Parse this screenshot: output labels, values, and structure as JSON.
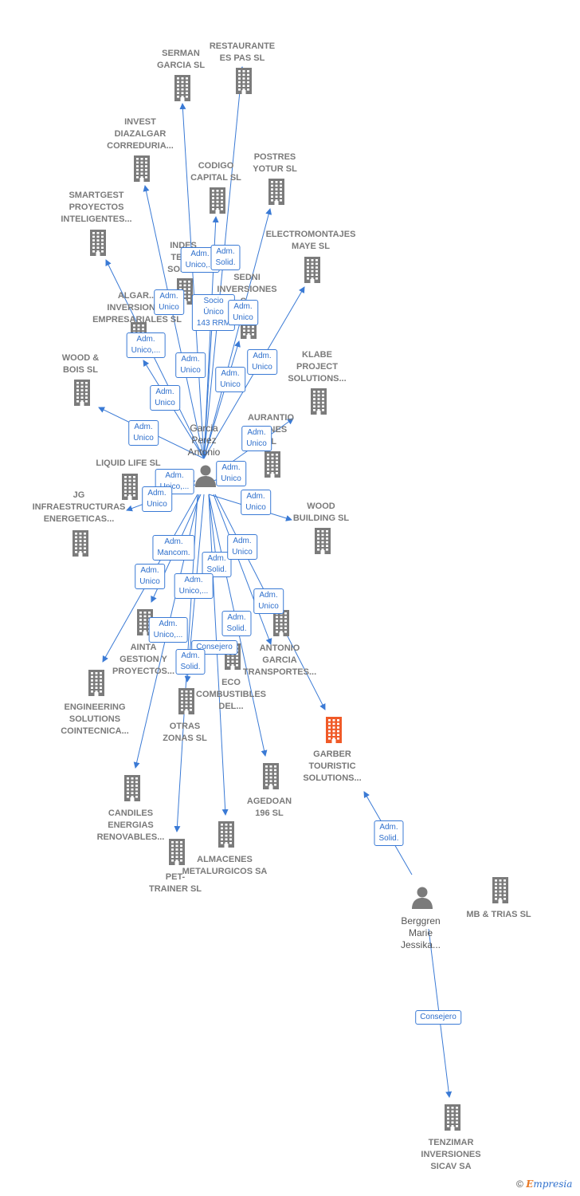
{
  "colors": {
    "edge": "#3a7ad5",
    "building": "#7b7b7b",
    "building_highlight": "#f05a28",
    "person": "#7b7b7b"
  },
  "icons": {
    "company": "building-icon",
    "person": "person-icon"
  },
  "companies": [
    {
      "id": "serman",
      "label": "SERMAN\nGARCIA  SL",
      "highlight": false
    },
    {
      "id": "restaurante",
      "label": "RESTAURANTE\nES PAS SL",
      "highlight": false
    },
    {
      "id": "invest",
      "label": "INVEST\nDIAZALGAR\nCORREDURIA...",
      "highlight": false
    },
    {
      "id": "codigo",
      "label": "CODIGO\nCAPITAL SL",
      "highlight": false
    },
    {
      "id": "postres",
      "label": "POSTRES\nYOTUR SL",
      "highlight": false
    },
    {
      "id": "smartgest",
      "label": "SMARTGEST\nPROYECTOS\nINTELIGENTES...",
      "highlight": false
    },
    {
      "id": "electromontajes",
      "label": "ELECTROMONTAJES\nMAYE SL",
      "highlight": false
    },
    {
      "id": "indes",
      "label": "INDES\nTEC...\nSOLU...",
      "highlight": false
    },
    {
      "id": "sedni",
      "label": "SEDNI\nINVERSIONES\nS...",
      "highlight": false
    },
    {
      "id": "algar",
      "label": "ALGAR...\nINVERSIONES\nEMPRESARIALES SL",
      "highlight": false
    },
    {
      "id": "klabe",
      "label": "KLABE\nPROJECT\nSOLUTIONS...",
      "highlight": false
    },
    {
      "id": "wood_bois",
      "label": "WOOD &\nBOIS  SL",
      "highlight": false
    },
    {
      "id": "aurantio",
      "label": "AURANTIO\n...ONES\nSL",
      "highlight": false
    },
    {
      "id": "liquid",
      "label": "LIQUID LIFE  SL",
      "highlight": false
    },
    {
      "id": "jg",
      "label": "JG\nINFRAESTRUCTURAS\nENERGETICAS...",
      "highlight": false
    },
    {
      "id": "wood_building",
      "label": "WOOD\nBUILDING  SL",
      "highlight": false
    },
    {
      "id": "ainta",
      "label": "AINTA\nGESTION Y\nPROYECTOS...",
      "highlight": false
    },
    {
      "id": "antonio",
      "label": "ANTONIO\nGARCIA\nTRANSPORTES...",
      "highlight": false
    },
    {
      "id": "eco",
      "label": "ECO\nCOMBUSTIBLES\nDEL...",
      "highlight": false
    },
    {
      "id": "engineering",
      "label": "ENGINEERING\nSOLUTIONS\nCOINTECNICA...",
      "highlight": false
    },
    {
      "id": "otras",
      "label": "OTRAS\nZONAS SL",
      "highlight": false
    },
    {
      "id": "garber",
      "label": "GARBER\nTOURISTIC\nSOLUTIONS...",
      "highlight": true
    },
    {
      "id": "agedoan",
      "label": "AGEDOAN\n196  SL",
      "highlight": false
    },
    {
      "id": "candiles",
      "label": "CANDILES\nENERGIAS\nRENOVABLES...",
      "highlight": false
    },
    {
      "id": "almacenes",
      "label": "ALMACENES\nMETALURGICOS SA",
      "highlight": false
    },
    {
      "id": "pet",
      "label": "PET-\nTRAINER SL",
      "highlight": false
    },
    {
      "id": "mbtrias",
      "label": "MB & TRIAS  SL",
      "highlight": false
    },
    {
      "id": "tenzimar",
      "label": "TENZIMAR\nINVERSIONES\nSICAV SA",
      "highlight": false
    }
  ],
  "persons": [
    {
      "id": "garcia",
      "label": "Garcia\nPerez\nAntonio"
    },
    {
      "id": "berggren",
      "label": "Berggren\nMarie\nJessika..."
    }
  ],
  "edge_labels": [
    "Adm.\nUnico,...",
    "Adm.\nSolid.",
    "Socio\nÚnico\n143 RRM",
    "Adm.\nUnico",
    "Adm.\nUnico",
    "Adm.\nUnico,...",
    "Adm.\nUnico",
    "Adm.\nUnico",
    "Adm.\nUnico",
    "Adm.\nUnico",
    "Adm.\nUnico",
    "Adm.\nUnico",
    "Adm.\nUnico,...",
    "Adm.\nUnico",
    "Adm.\nUnico",
    "Adm.\nMancom.",
    "Adm.\nUnico",
    "Adm.\nSolid.",
    "Adm.\nUnico",
    "Adm.\nUnico",
    "Adm.\nUnico,...",
    "Adm.\nUnico",
    "Adm.\nSolid.",
    "Consejero",
    "Adm.\nUnico,...",
    "Adm.\nSolid.",
    "Adm.\nSolid.",
    "Consejero"
  ],
  "footer": {
    "copyright": "©",
    "brand_first": "E",
    "brand_rest": "mpresia"
  }
}
